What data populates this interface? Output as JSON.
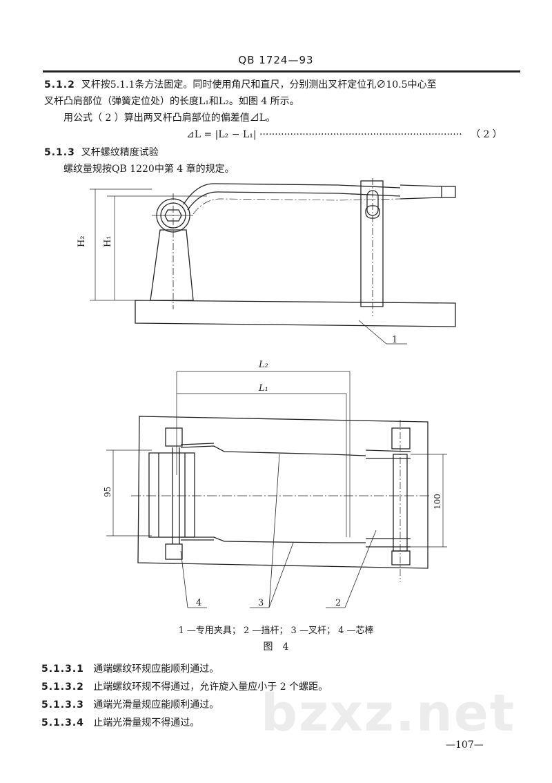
{
  "header": {
    "standard_code": "QB 1724—93"
  },
  "section_512": {
    "number": "5.1.2",
    "line1": "叉杆按5.1.1条方法固定。同时使用角尺和直尺，分别测出叉杆定位孔∅10.5中心至",
    "line2": "叉杆凸肩部位（弹簧定位处）的长度L₁和L₂。如图 4 所示。",
    "line3": "用公式（ 2 ）算出两叉杆凸肩部位的偏差值⊿L。",
    "formula": "⊿L = |L₂ − L₁| ··································································",
    "formula_number": "（ 2 ）"
  },
  "section_513": {
    "number": "5.1.3",
    "title": "叉杆螺纹精度试验",
    "text": "螺纹量规按QB 1220中第 4 章的规定。"
  },
  "figure": {
    "side_view": {
      "dim_h2": "H₂",
      "dim_h1": "H₁",
      "callout_1": "1"
    },
    "top_view": {
      "dim_l2": "L₂",
      "dim_l1": "L₁",
      "dim_95": "95",
      "dim_100": "100",
      "callout_4": "4",
      "callout_3": "3",
      "callout_2": "2"
    },
    "legend": "1 —专用夹具； 2 —挡杆； 3 —叉杆； 4 —芯棒",
    "caption": "图　4"
  },
  "clauses": [
    {
      "number": "5.1.3.1",
      "text": "通端螺纹环规应能顺利通过。"
    },
    {
      "number": "5.1.3.2",
      "text": "止端螺纹环规不得通过，允许旋入量应小于 2 个螺距。"
    },
    {
      "number": "5.1.3.3",
      "text": "通端光滑量规应能顺利通过。"
    },
    {
      "number": "5.1.3.4",
      "text": "止端光滑量规不得通过。"
    }
  ],
  "watermark": "bzxz.net",
  "page_number": "—107—"
}
